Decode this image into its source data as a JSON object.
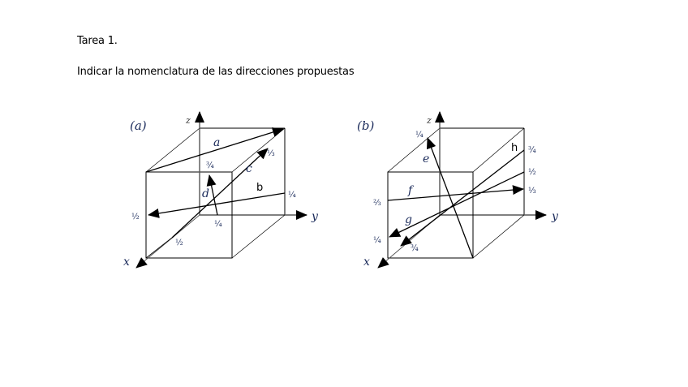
{
  "document": {
    "title": "Tarea 1.",
    "instruction": "Indicar la nomenclatura de las direcciones propuestas"
  },
  "figures": [
    {
      "id": "a",
      "label": "(a)",
      "axes": {
        "x": "x",
        "y": "y",
        "z": "z"
      },
      "vectors": [
        {
          "name": "a",
          "label": "a"
        },
        {
          "name": "b",
          "label": "b"
        },
        {
          "name": "c",
          "label": "c"
        },
        {
          "name": "d",
          "label": "d"
        }
      ],
      "fractions": {
        "c_end": "⅓",
        "b_start": "¼",
        "b_end": "½",
        "d_start": "¼",
        "d_end": "¾",
        "c_start": "½"
      }
    },
    {
      "id": "b",
      "label": "(b)",
      "axes": {
        "x": "x",
        "y": "y",
        "z": "z"
      },
      "vectors": [
        {
          "name": "e",
          "label": "e"
        },
        {
          "name": "f",
          "label": "f"
        },
        {
          "name": "g",
          "label": "g"
        },
        {
          "name": "h",
          "label": "h"
        }
      ],
      "fractions": {
        "e_end": "¼",
        "h_start": "¾",
        "g_start": "½",
        "f_end": "⅓",
        "f_start": "⅔",
        "g_end": "¼",
        "h_end": "¾"
      }
    }
  ]
}
